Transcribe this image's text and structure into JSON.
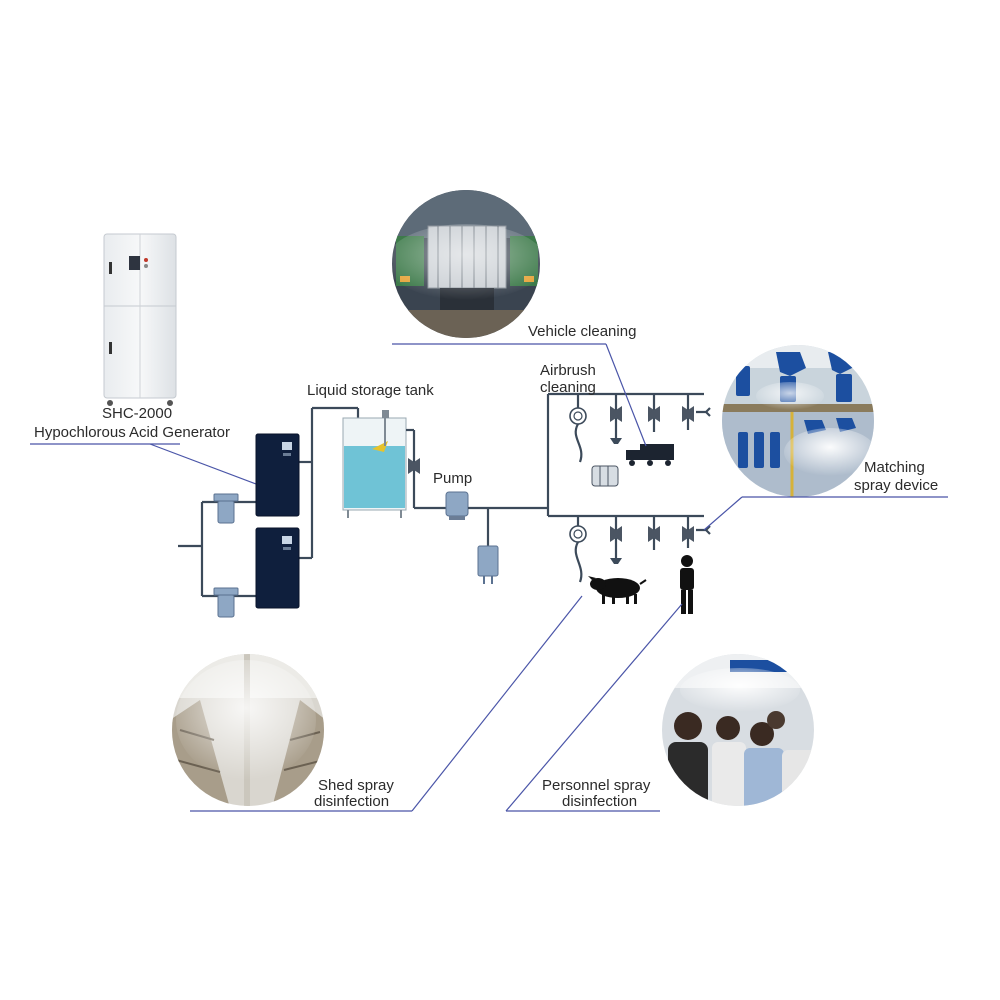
{
  "labels": {
    "generator_model": "SHC-2000",
    "generator_name": "Hypochlorous Acid Generator",
    "liquid_storage_tank": "Liquid storage tank",
    "pump": "Pump",
    "airbrush_line1": "Airbrush",
    "airbrush_line2": "cleaning",
    "vehicle_cleaning": "Vehicle cleaning",
    "matching_line1": "Matching",
    "matching_line2": "spray device",
    "shed_line1": "Shed spray",
    "shed_line2": "disinfection",
    "personnel_line1": "Personnel spray",
    "personnel_line2": "disinfection"
  },
  "photos": {
    "vehicle": "vehicle-cleaning-photo",
    "spray_device": "spray-device-photo",
    "shed": "shed-spray-photo",
    "personnel": "personnel-spray-photo"
  },
  "colors": {
    "pipe": "#3c4a5a",
    "leader_line": "#4a55a8",
    "generator_body": "#0f1f3d",
    "tank_liquid": "#6fc3d6",
    "filter": "#8ea7c4"
  }
}
